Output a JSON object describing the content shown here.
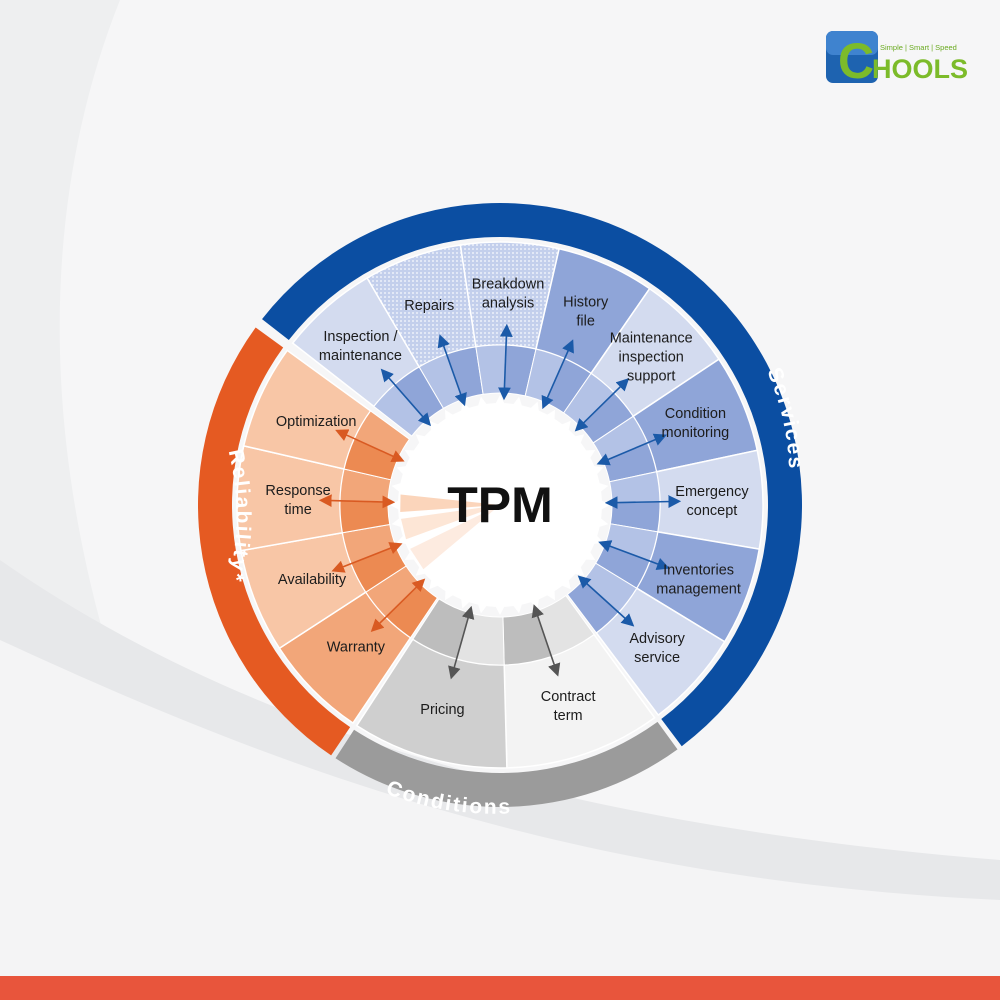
{
  "logo": {
    "letter": "C",
    "wordmark": "HOOLS",
    "tagline": "Simple | Smart | Speed"
  },
  "diagram": {
    "center_title": "TPM",
    "rings": {
      "services": "Services",
      "conditions": "Conditions",
      "reliability": "Reliability*"
    },
    "services_items": [
      {
        "lines": [
          "Inspection /",
          "maintenance"
        ]
      },
      {
        "lines": [
          "Repairs"
        ]
      },
      {
        "lines": [
          "Breakdown",
          "analysis"
        ]
      },
      {
        "lines": [
          "History",
          "file"
        ]
      },
      {
        "lines": [
          "Maintenance",
          "inspection",
          "support"
        ]
      },
      {
        "lines": [
          "Condition",
          "monitoring"
        ]
      },
      {
        "lines": [
          "Emergency",
          "concept"
        ]
      },
      {
        "lines": [
          "Inventories",
          "management"
        ]
      },
      {
        "lines": [
          "Advisory",
          "service"
        ]
      }
    ],
    "conditions_items": [
      {
        "lines": [
          "Contract",
          "term"
        ]
      },
      {
        "lines": [
          "Pricing"
        ]
      }
    ],
    "reliability_items": [
      {
        "lines": [
          "Warranty"
        ]
      },
      {
        "lines": [
          "Availability"
        ]
      },
      {
        "lines": [
          "Response",
          "time"
        ]
      },
      {
        "lines": [
          "Optimization"
        ]
      }
    ],
    "colors": {
      "services_ring": "#0b4ea2",
      "conditions_ring": "#9b9b9b",
      "reliability_ring": "#e55a22",
      "services_light": "#d3dbef",
      "services_mid": "#b3c2e6",
      "services_dark": "#8fa5d8",
      "conditions_light": "#f3f3f3",
      "conditions_mid": "#cfcfcf",
      "reliability_light": "#f8c6a6",
      "reliability_mid": "#f2a679",
      "reliability_dark": "#ec8a52",
      "arrow_blue": "#1b5aa8",
      "arrow_orange": "#d95a22",
      "arrow_gray": "#555555",
      "footer_bar": "#e8553c"
    }
  }
}
